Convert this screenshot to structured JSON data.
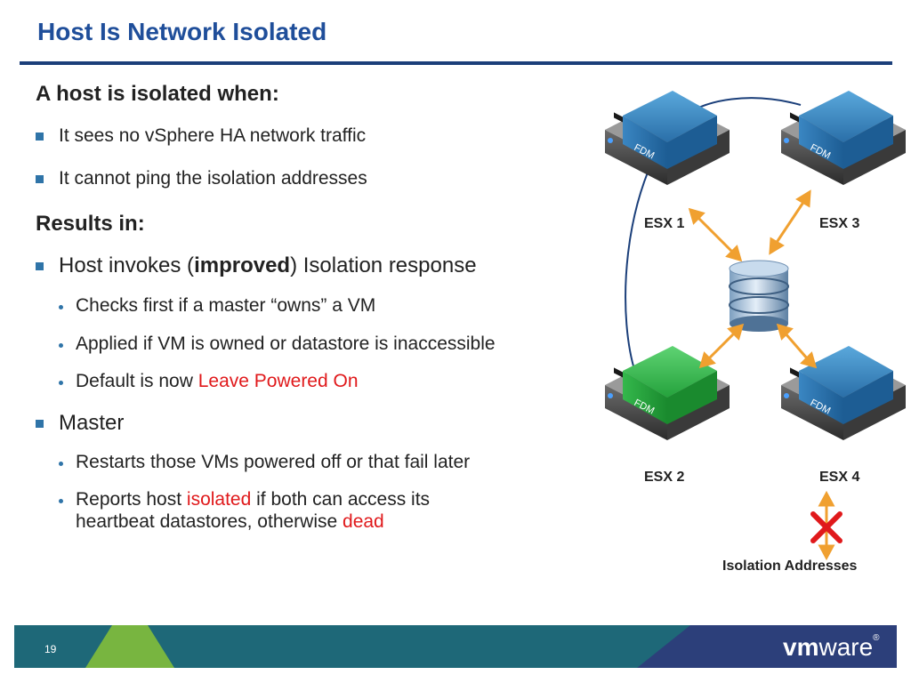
{
  "title": "Host Is Network Isolated",
  "section1": {
    "heading": "A host is isolated when:",
    "bullets": [
      "It sees no vSphere HA network traffic",
      "It cannot ping the isolation addresses"
    ]
  },
  "section2": {
    "heading": "Results in:",
    "invoke": {
      "pre": "Host invokes (",
      "bold": "improved",
      "post": ") Isolation response"
    },
    "sub": [
      "Checks first if a master “owns” a VM",
      "Applied if VM is owned or datastore is inaccessible"
    ],
    "default": {
      "pre": "Default is now ",
      "red": "Leave Powered On"
    },
    "master": "Master",
    "master_sub1": "Restarts those VMs powered off or that fail later",
    "reports": {
      "pre": "Reports host ",
      "red1": "isolated",
      "mid": " if both can access its",
      "line2": "heartbeat datastores, otherwise ",
      "red2": "dead"
    }
  },
  "diagram": {
    "hosts": [
      "ESX 1",
      "ESX 2",
      "ESX 3",
      "ESX 4"
    ],
    "fdm": "FDM",
    "isolation_label": "Isolation Addresses"
  },
  "footer": {
    "page": "19",
    "logo_vm": "vm",
    "logo_ware": "ware",
    "logo_mark": "®"
  },
  "colors": {
    "title": "#1f4e9a",
    "accent_red": "#e0191b",
    "arrow": "#f0a030",
    "host_blue": "#3f8fc9",
    "host_green": "#2fb24a",
    "footer_teal": "#1e6878",
    "footer_green": "#78b540"
  }
}
